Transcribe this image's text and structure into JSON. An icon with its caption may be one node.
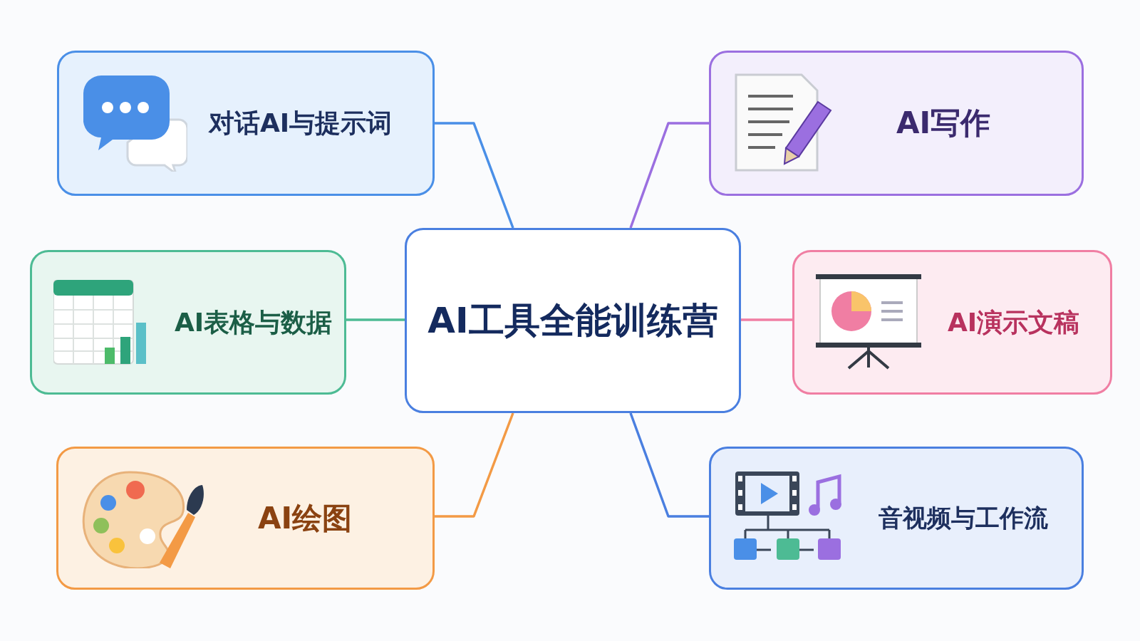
{
  "diagram": {
    "nodes": [
      {
        "text": [
          "AI工具全能训练营"
        ]
      },
      {
        "text": [
          "对话AI与提示词"
        ]
      },
      {
        "text": [
          "AI写作"
        ]
      },
      {
        "text": [
          "AI表格与数据"
        ]
      },
      {
        "text": [
          "AI演示文稿"
        ]
      },
      {
        "text": [
          "AI绘图"
        ]
      },
      {
        "text": [
          "音视频与工作流"
        ]
      }
    ],
    "edges": [
      {
        "from": 0,
        "to": 1,
        "arrow": "none",
        "color": "#4a8fe7"
      },
      {
        "from": 0,
        "to": 2,
        "arrow": "none",
        "color": "#9b6fe0"
      },
      {
        "from": 0,
        "to": 3,
        "arrow": "none",
        "color": "#4dbb94"
      },
      {
        "from": 0,
        "to": 4,
        "arrow": "none",
        "color": "#f07ea3"
      },
      {
        "from": 0,
        "to": 5,
        "arrow": "none",
        "color": "#f39a45"
      },
      {
        "from": 0,
        "to": 6,
        "arrow": "none",
        "color": "#4a7fe0"
      }
    ]
  }
}
